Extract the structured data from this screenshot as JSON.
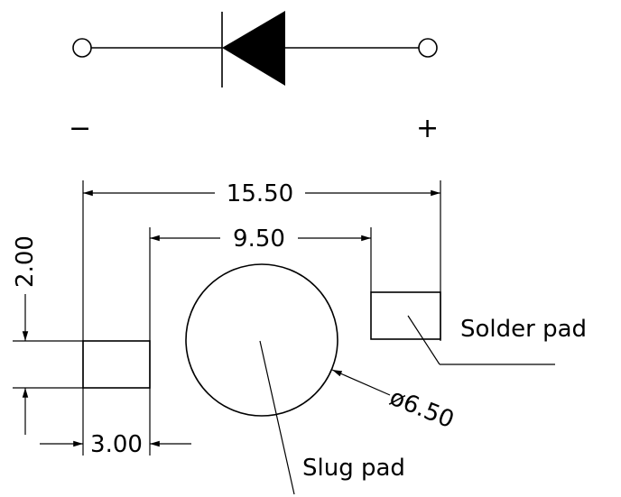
{
  "diagram": {
    "polarity": {
      "minus": "−",
      "plus": "+"
    },
    "dimensions": {
      "overall_width": "15.50",
      "inner_spacing": "9.50",
      "pad_height": "2.00",
      "pad_width": "3.00",
      "slug_diameter": "ø6.50"
    },
    "labels": {
      "solder_pad": "Solder pad",
      "slug_pad": "Slug pad"
    }
  }
}
